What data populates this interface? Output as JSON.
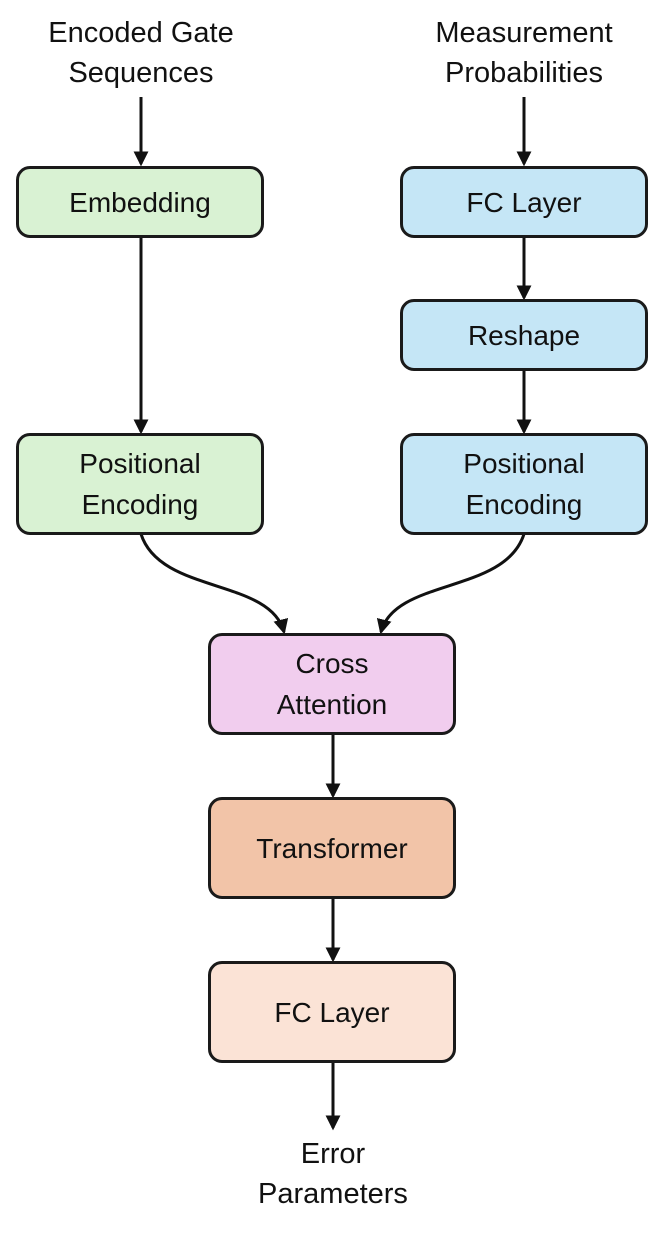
{
  "inputs": {
    "left": {
      "line1": "Encoded Gate",
      "line2": "Sequences"
    },
    "right": {
      "line1": "Measurement",
      "line2": "Probabilities"
    }
  },
  "left_branch": {
    "embedding": "Embedding",
    "positional_encoding": {
      "line1": "Positional",
      "line2": "Encoding"
    }
  },
  "right_branch": {
    "fc_layer": "FC Layer",
    "reshape": "Reshape",
    "positional_encoding": {
      "line1": "Positional",
      "line2": "Encoding"
    }
  },
  "merge": {
    "cross_attention": {
      "line1": "Cross",
      "line2": "Attention"
    },
    "transformer": "Transformer",
    "fc_layer": "FC Layer"
  },
  "output": {
    "line1": "Error",
    "line2": "Parameters"
  },
  "colors": {
    "left_branch_fill": "#d9f2d3",
    "right_branch_fill": "#c5e6f6",
    "cross_attention_fill": "#f1cdee",
    "transformer_fill": "#f2c4a8",
    "final_fc_fill": "#fbe3d6",
    "border": "#1a1a1a",
    "arrow": "#111111"
  }
}
